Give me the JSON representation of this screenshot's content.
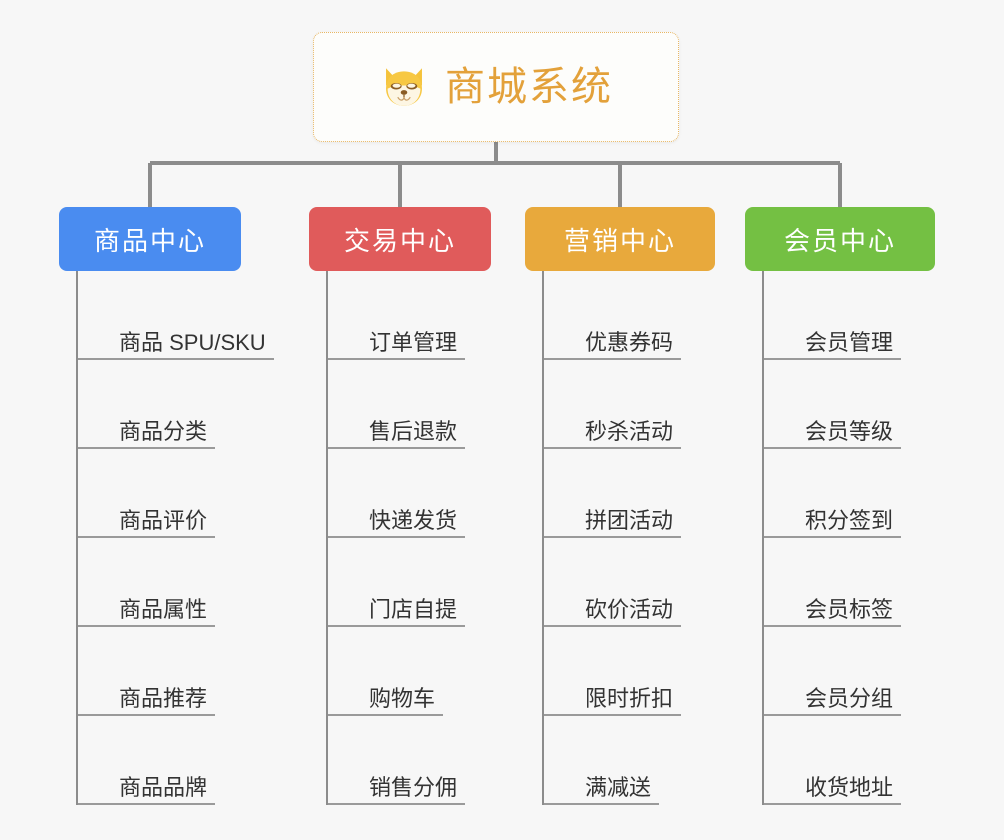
{
  "background_color": "#f7f7f7",
  "root": {
    "title": "商城系统",
    "icon": "shiba-dog-face-icon",
    "title_color": "#e3a13a",
    "border_color": "#e8b765"
  },
  "connector_color": "#8c8c8c",
  "branches": [
    {
      "label": "商品中心",
      "color": "#4a8cf0",
      "items": [
        "商品 SPU/SKU",
        "商品分类",
        "商品评价",
        "商品属性",
        "商品推荐",
        "商品品牌"
      ]
    },
    {
      "label": "交易中心",
      "color": "#e05b5b",
      "items": [
        "订单管理",
        "售后退款",
        "快递发货",
        "门店自提",
        "购物车",
        "销售分佣"
      ]
    },
    {
      "label": "营销中心",
      "color": "#e8a93c",
      "items": [
        "优惠券码",
        "秒杀活动",
        "拼团活动",
        "砍价活动",
        "限时折扣",
        "满减送"
      ]
    },
    {
      "label": "会员中心",
      "color": "#74c043",
      "items": [
        "会员管理",
        "会员等级",
        "积分签到",
        "会员标签",
        "会员分组",
        "收货地址"
      ]
    }
  ]
}
